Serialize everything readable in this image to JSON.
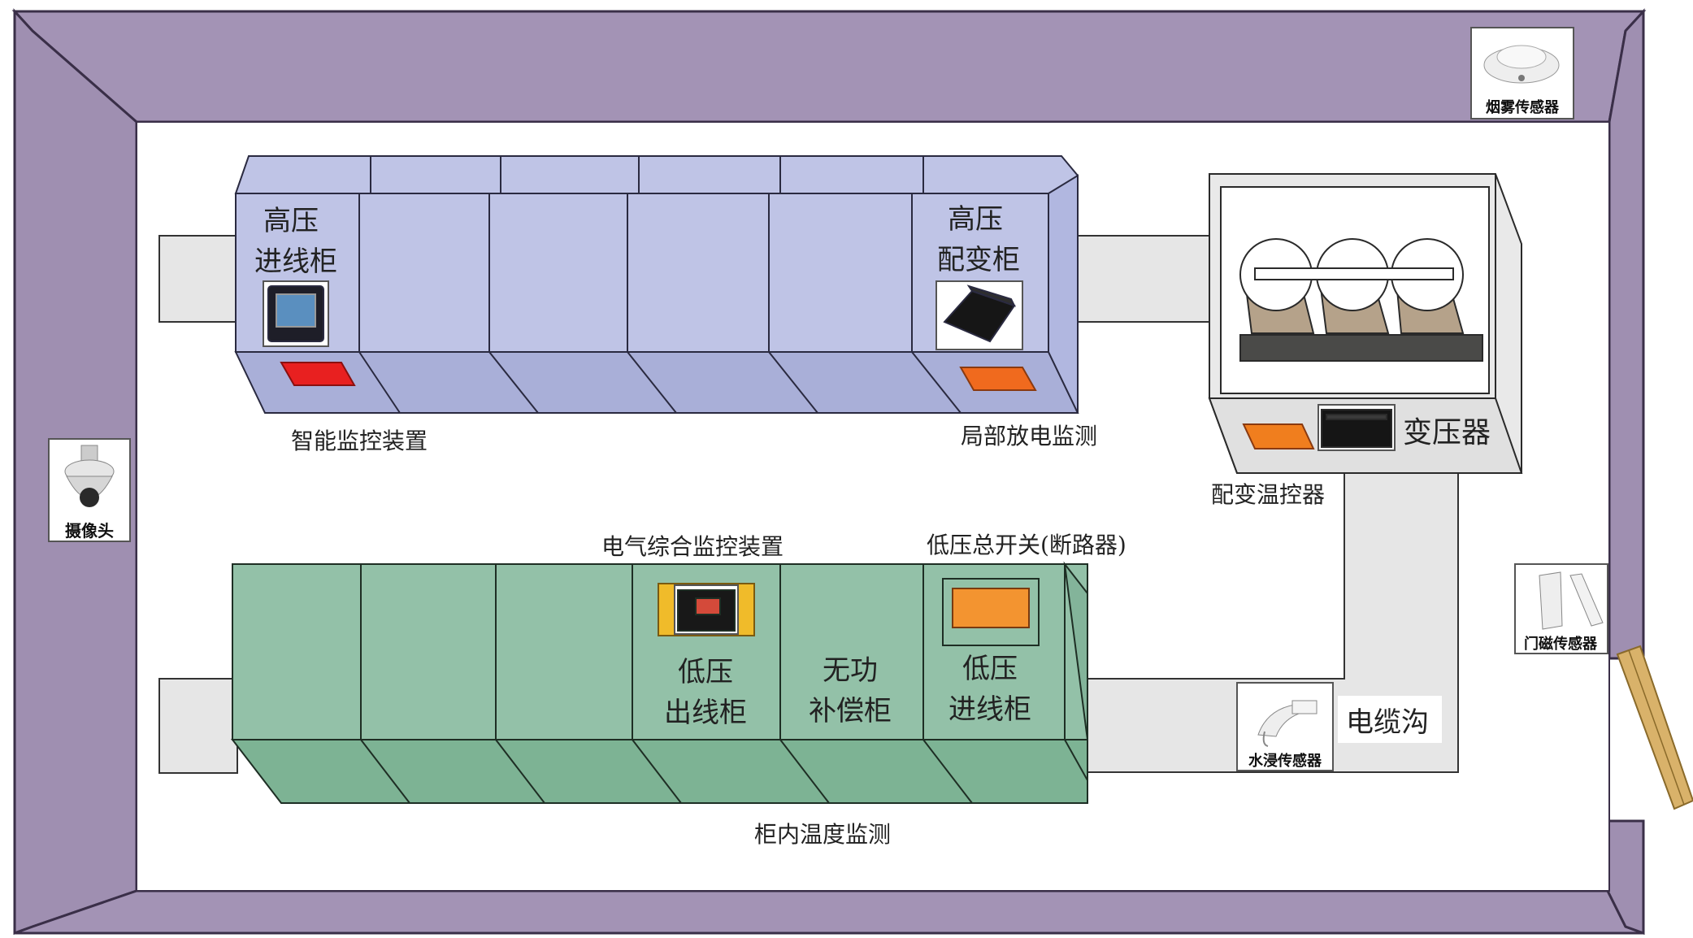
{
  "diagram": {
    "hv_cabinets": {
      "incoming_label": [
        "高压",
        "进线柜"
      ],
      "transformer_feed_label": [
        "高压",
        "配变柜"
      ],
      "smart_monitor_label": "智能监控装置",
      "partial_discharge_label": "局部放电监测"
    },
    "transformer": {
      "label": "变压器",
      "temp_controller_label": "配变温控器"
    },
    "lv_cabinets": {
      "outgoing_label": [
        "低压",
        "出线柜"
      ],
      "compensation_label": [
        "无功",
        "补偿柜"
      ],
      "incoming_label": [
        "低压",
        "进线柜"
      ],
      "electrical_monitor_label": "电气综合监控装置",
      "main_switch_label": "低压总开关(断路器)",
      "temp_monitor_label": "柜内温度监测"
    },
    "cable_trench_label": "电缆沟",
    "sensors": {
      "smoke": "烟雾传感器",
      "camera": "摄像头",
      "door": "门磁传感器",
      "water": "水浸传感器"
    }
  }
}
